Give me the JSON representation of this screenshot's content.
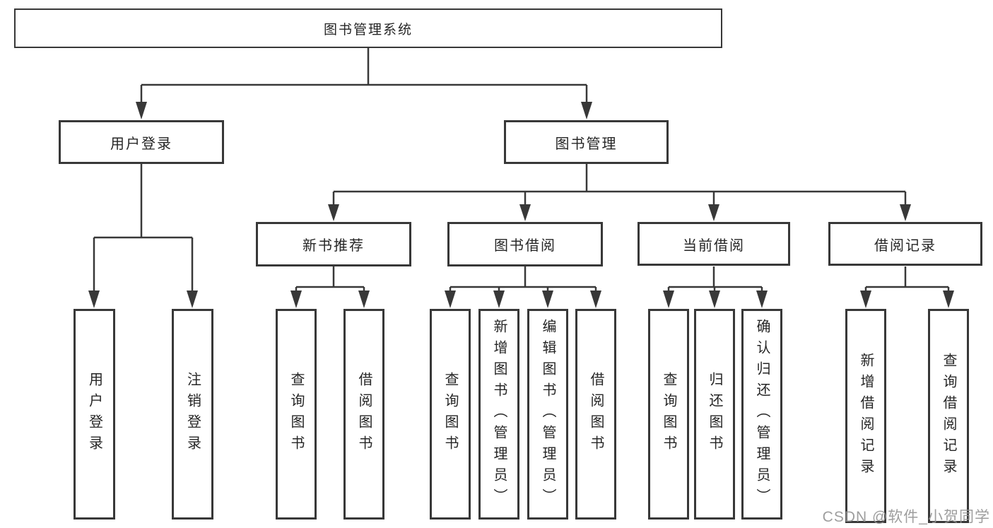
{
  "diagram": {
    "type": "tree-diagram",
    "title": "图书管理系统",
    "watermark": "CSDN @软件_小贺同学",
    "colors": {
      "line": "#383838",
      "box_border": "#383838",
      "box_background": "#ffffff",
      "text": "#262626",
      "watermark": "#949494"
    },
    "root": {
      "label": "图书管理系统"
    },
    "level2": [
      {
        "label": "用户登录"
      },
      {
        "label": "图书管理"
      }
    ],
    "level3": [
      {
        "label": "新书推荐"
      },
      {
        "label": "图书借阅"
      },
      {
        "label": "当前借阅"
      },
      {
        "label": "借阅记录"
      }
    ],
    "leaves": {
      "user_login": [
        "用户登录",
        "注销登录"
      ],
      "new_book": [
        "查询图书",
        "借阅图书"
      ],
      "book_borrow": [
        "查询图书",
        "新增图书（管理员）",
        "编辑图书（管理员）",
        "借阅图书"
      ],
      "current_borrow": [
        "查询图书",
        "归还图书",
        "确认归还（管理员）"
      ],
      "borrow_records": [
        "新增借阅记录",
        "查询借阅记录"
      ]
    }
  }
}
